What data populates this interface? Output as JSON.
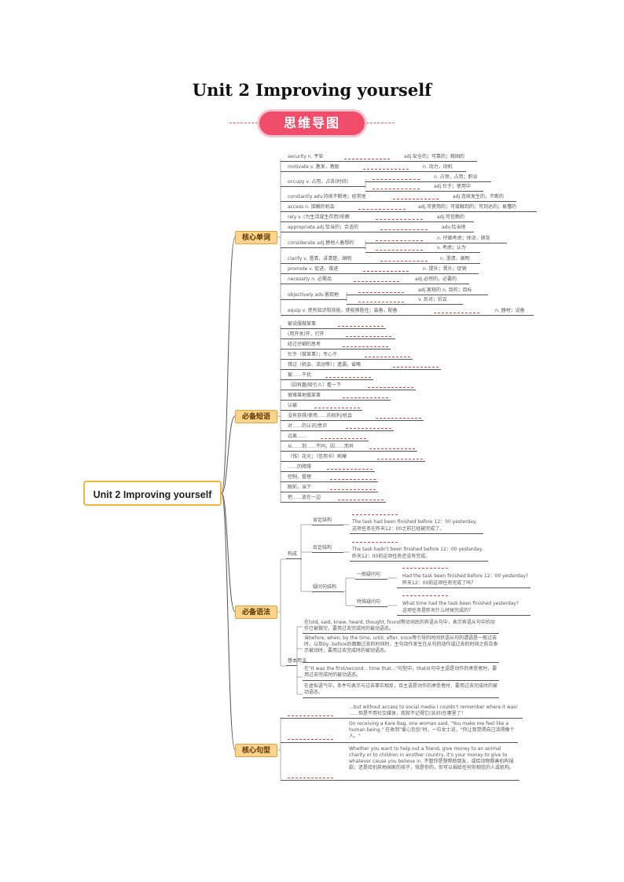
{
  "title": "Unit 2 Improving yourself",
  "banner": "思维导图",
  "root": "Unit 2 Improving yourself",
  "colors": {
    "accent": "#ef4d6a",
    "branch": "#fbd38b",
    "branch_border": "#e8a03a",
    "root_border": "#f0b640",
    "blank": "#dd4444"
  },
  "branches": {
    "vocab": "核心单词",
    "phrases": "必备短语",
    "grammar": "必备语法",
    "sentences": "核心句型"
  },
  "vocab": [
    {
      "w": "security n. 平安",
      "d": "adj.安全的；可靠的；稳固的"
    },
    {
      "w": "motivate v. 激发，激励",
      "d": "n. 动力，动机"
    },
    {
      "w": "occupy v. 占用，占去(时间)",
      "d1": "n. 占领，占用；职业",
      "d2": "adj.忙于；使用中"
    },
    {
      "w": "constantly adv.持续不断地；经常地",
      "d": "adj.连续发生的，不断的"
    },
    {
      "w": "access n. 接触的机会",
      "d": "adj.可使用的；可接触到的；可到达的；易懂的"
    },
    {
      "w": "rely v. (为生活或生存而)依赖",
      "d": "adj.可信赖的"
    },
    {
      "w": "appropriate adj.恰当的；合适的",
      "d": "adv.恰当地"
    },
    {
      "w": "considerate adj.替他人着想的",
      "d1": "n. 仔细考虑；体谅，顾及",
      "d2": "v. 考虑；认为"
    },
    {
      "w": "clarify v. 澄清，讲清楚，阐明",
      "d": "n. 澄清，阐明"
    },
    {
      "w": "promote v. 促进，增进",
      "d": "n. 提升；晋升；促销"
    },
    {
      "w": "necessity n. 必需品",
      "d": "adj.必然的，必要的"
    },
    {
      "w": "objectively adv.客观地",
      "d1": "adj.客观的 n. 目的；目标",
      "d2": "v. 反对；抗议"
    },
    {
      "w": "equip v. 使有知识和技能，使能够胜任；装备，配备",
      "d": "n. 器材；设备"
    }
  ],
  "phrases": [
    "被说服做某事",
    "(用开关)开，打开",
    "经过仔细的思考",
    "忙于（做某事）；专心于",
    "错过（机会、活动等）；遗漏，省略",
    "被……干扰",
    "（因有趣/吸引人）看一下",
    "很难堪地做某事",
    "认输",
    "没有获得/使用……的权利/机会",
    "对……的认识/意识",
    "远离……",
    "从……到……不同，因……而异",
    "（钱）花光；（信用卡）刷爆",
    "……的障碍",
    "控制，管理",
    "眼前，当下",
    "把……放在一边"
  ],
  "grammar": {
    "structure": "构成",
    "positive": "肯定结构",
    "positive_en": "The task had been finished before 12：00 yesterday.",
    "positive_cn": "这项任务在昨天12：00之前已经被完成了。",
    "negative": "否定结构",
    "negative_en": "The task hadn't been finished before 12：00 yesterday.",
    "negative_cn": "昨天12：00前这项任务还没有完成。",
    "question": "疑问句结构",
    "general_q": "一般疑问句",
    "general_en": "Had the task been finished before 12：00 yesterday?",
    "general_cn": "昨天12：00前这项任务完成了吗？",
    "special_q": "特殊疑问句",
    "special_en": "What time had the task been finished yesterday?",
    "special_cn": "这项任务是昨天什么时候完成的？",
    "usage": "基本用法",
    "usage_1": "在told, said, knew, heard, thought, found等动词后的宾语从句中，表示宾语从句中的动作已被做完，要用过去完成时的被动语态。",
    "usage_2": "当before, when, by the time, until, after, once等引导的时间状语从句的谓语是一般过去时，以及by, before后面跟过去的时间时，主句动作发生在从句的动作或过去的时间之前且表示被动时，要用过去完成时的被动语态。",
    "usage_3": "在\"It was the first/second... time that...\"句型中，that从句中主语是动作的承受者时，要用过去完成时的被动语态。",
    "usage_4": "在虚拟语气中，条件句表示与过去事实相反，且主语是动作的承受者时，要用过去完成时的被动语态。"
  },
  "sentences": [
    {
      "en": "...but without access to social media I couldn't remember where it was! ……但是不用社交媒体，我就不记得它(派对)在哪里了！"
    },
    {
      "en": "On receiving a Kare Bag, one woman said, \"You make me feel like a human being.\" 在收到\"爱心包包\"时，一位女士说，\"你让我觉得自己活得像个人。\""
    },
    {
      "en": "Whether you want to help out a friend, give money to an animal charity or to children in another country, it's your money to give to whatever cause you believe in. 不管你是想帮助朋友，或给动物慈善机构捐款，还是给别其他国家的孩子，钱是你的，你可以捐给任何你相信的人或机构。"
    }
  ]
}
